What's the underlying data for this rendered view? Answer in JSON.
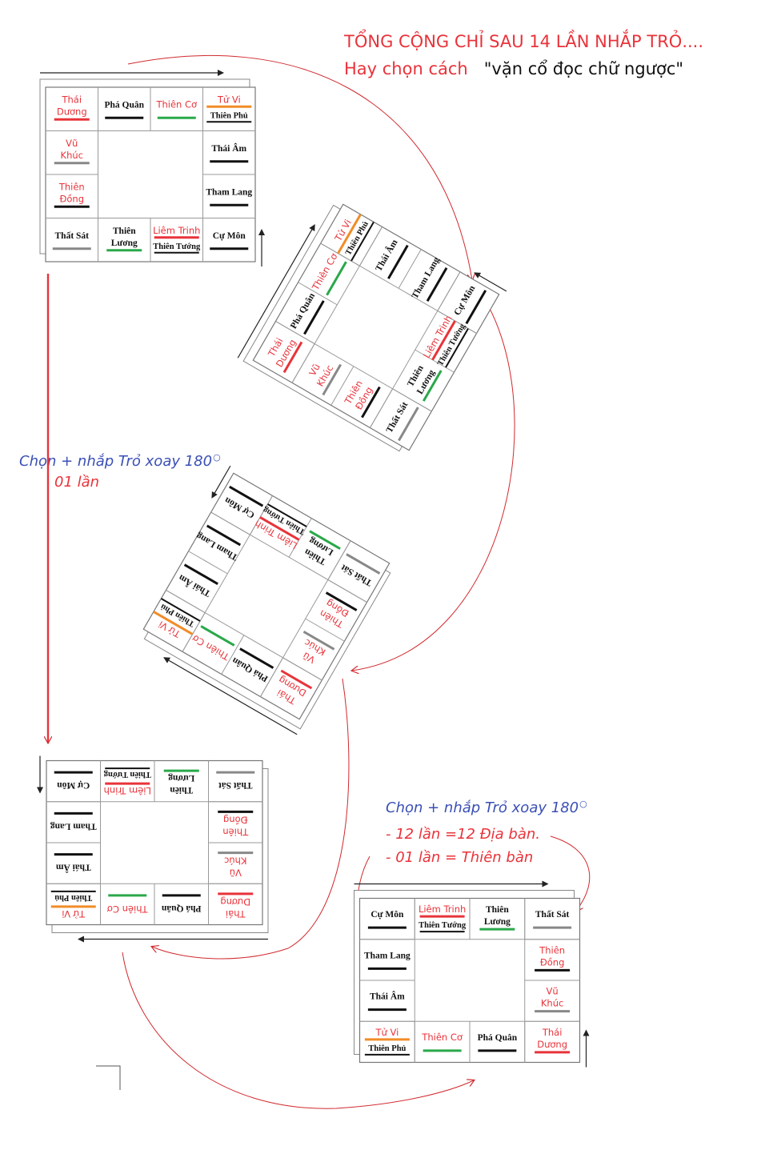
{
  "header": {
    "line1": "TỔNG CỘNG CHỈ SAU 14 LẦN NHẮP TRỎ....",
    "line2_lead": "Hay chọn cách",
    "line2_quote": "\"vặn cổ đọc chữ ngược\""
  },
  "notes": {
    "left_action": "Chọn + nhắp Trỏ  xoay 180",
    "left_count": "01 lần",
    "right_action": "Chọn + nhắp Trỏ  xoay 180",
    "right_line1": "- 12 lần =12 Địa bàn.",
    "right_line2": "- 01 lần = Thiên bàn",
    "degree_symbol": "○"
  },
  "palaces": [
    {
      "id": "thai-duong",
      "lines": [
        "Thái",
        "Dương"
      ],
      "text_color": "#e8333a",
      "bar_color": "#e8333a"
    },
    {
      "id": "pha-quan",
      "lines": [
        "Phá Quân"
      ],
      "text_color": "#111111",
      "bar_color": "#111111"
    },
    {
      "id": "thien-co",
      "lines": [
        "Thiên Cơ"
      ],
      "text_color": "#e8333a",
      "bar_color": "#2aa84a"
    },
    {
      "id": "tu-vi",
      "lines": [
        "Tử Vi",
        "Thiên Phủ"
      ],
      "text_color": "#e8333a",
      "text_color_2": "#111111",
      "bar_color": "#f28c28",
      "mid_bar": true
    },
    {
      "id": "vu-khuc",
      "lines": [
        "Vũ",
        "Khúc"
      ],
      "text_color": "#e8333a",
      "bar_color": "#888888"
    },
    {
      "id": "thai-am",
      "lines": [
        "Thái Âm"
      ],
      "text_color": "#111111",
      "bar_color": "#111111"
    },
    {
      "id": "thien-dong",
      "lines": [
        "Thiên",
        "Đồng"
      ],
      "text_color": "#e8333a",
      "bar_color": "#111111"
    },
    {
      "id": "tham-lang",
      "lines": [
        "Tham Lang"
      ],
      "text_color": "#111111",
      "bar_color": "#111111"
    },
    {
      "id": "that-sat",
      "lines": [
        "Thất Sát"
      ],
      "text_color": "#111111",
      "bar_color": "#888888"
    },
    {
      "id": "thien-luong",
      "lines": [
        "Thiên",
        "Lương"
      ],
      "text_color": "#111111",
      "bar_color": "#2aa84a"
    },
    {
      "id": "liem-trinh",
      "lines": [
        "Liêm Trinh",
        "Thiên Tướng"
      ],
      "text_color": "#e8333a",
      "text_color_2": "#111111",
      "bar_color": "#e8333a",
      "mid_bar": true
    },
    {
      "id": "cu-mon",
      "lines": [
        "Cự Môn"
      ],
      "text_color": "#111111",
      "bar_color": "#111111"
    }
  ]
}
